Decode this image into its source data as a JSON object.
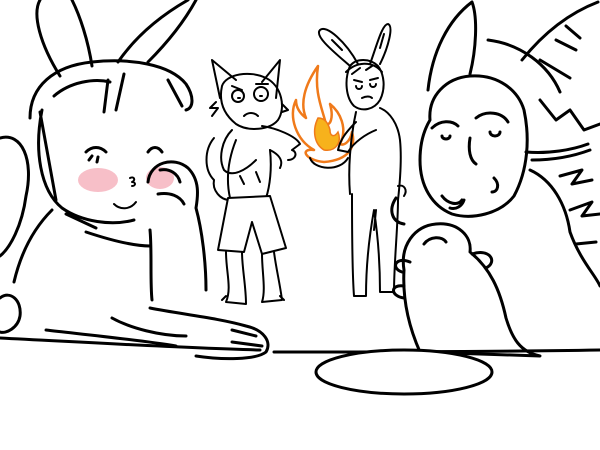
{
  "image": {
    "kind": "line-art sketch",
    "background_color": "#ffffff",
    "line_color": "#000000"
  },
  "figures": [
    {
      "name": "bunny-ear-girl",
      "icon": "character"
    },
    {
      "name": "fox-character",
      "icon": "character"
    },
    {
      "name": "bunny-ear-boy",
      "icon": "character"
    },
    {
      "name": "grumpy-cat-character",
      "icon": "character"
    }
  ],
  "props": [
    {
      "name": "table",
      "icon": "table"
    },
    {
      "name": "plate",
      "icon": "plate"
    },
    {
      "name": "flame",
      "icon": "fire",
      "colors": {
        "outer": "#f07a1a",
        "inner": "#f7b21c"
      }
    }
  ],
  "colors": {
    "blush": "#f08a9a",
    "flame_outer": "#f07a1a",
    "flame_inner": "#f7b21c"
  }
}
